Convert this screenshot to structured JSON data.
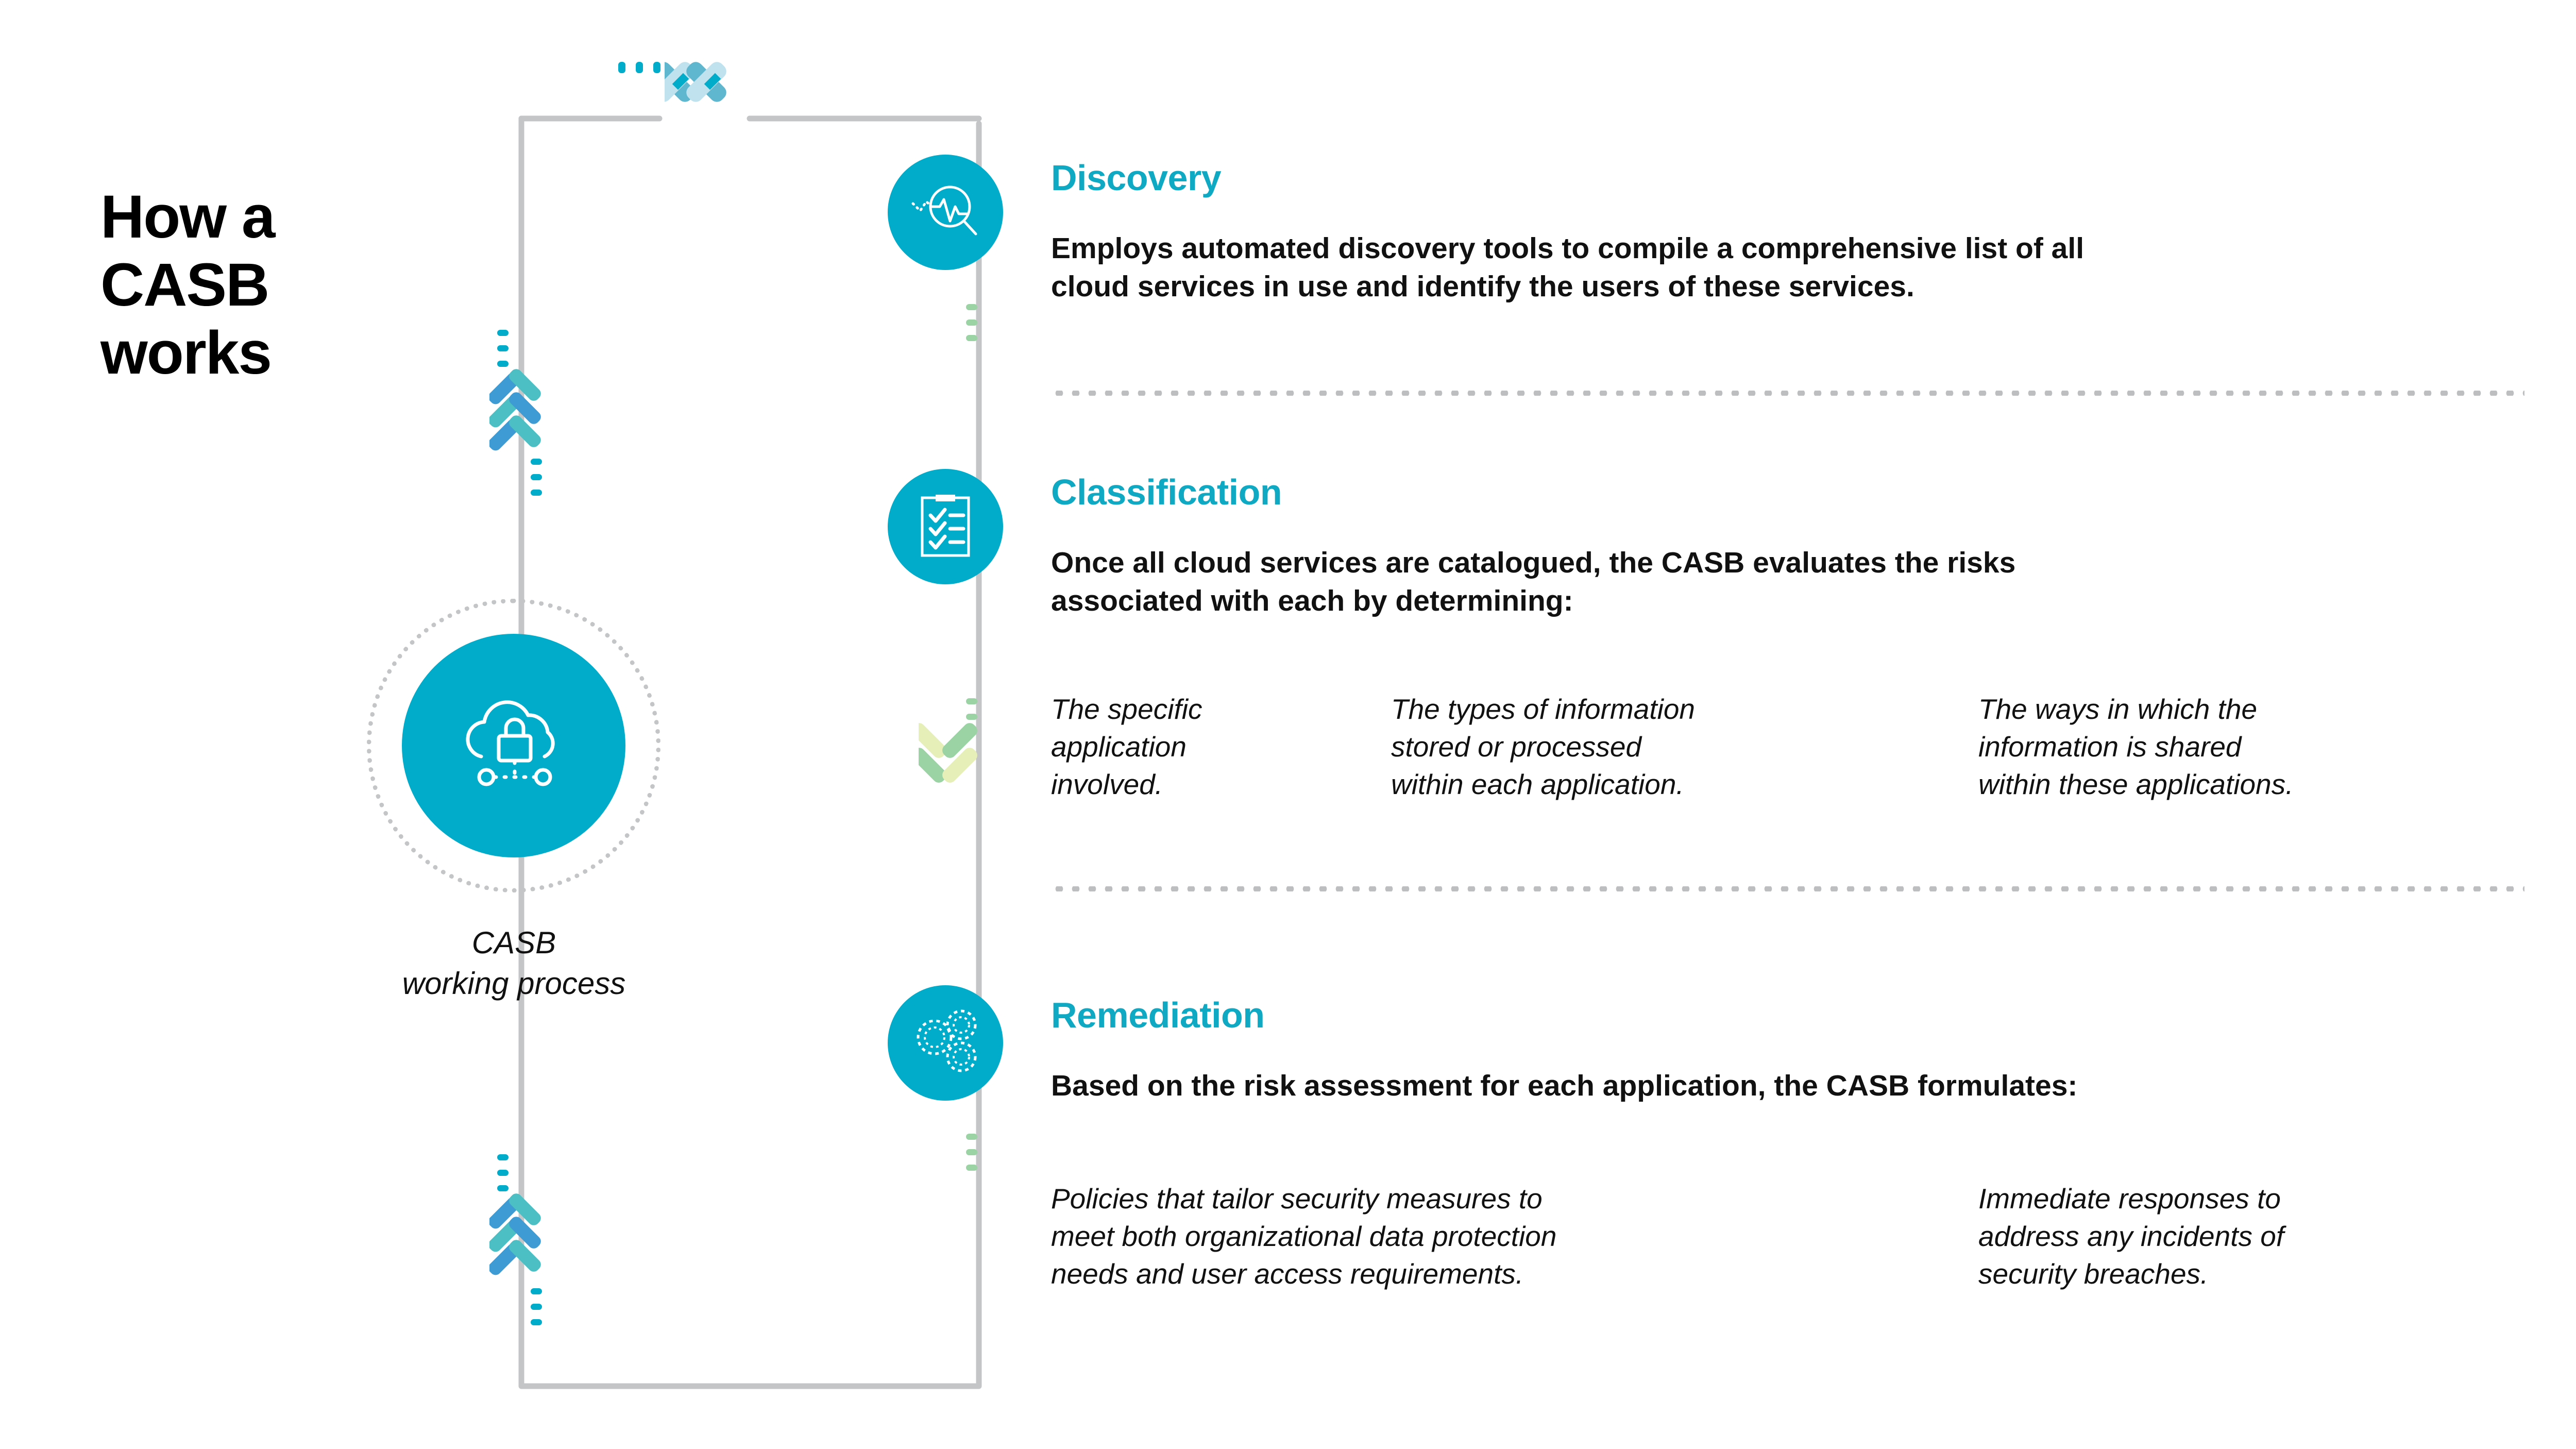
{
  "title": "How a\nCASB\nworks",
  "colors": {
    "accent_cyan": "#00ACCA",
    "heading_cyan": "#0FA9C4",
    "frame_gray": "#c3c5c7",
    "dot_gray": "#bcbec0",
    "chevron_teal": "#4BBFC4",
    "chevron_blue": "#3E9BD3",
    "chevron_green_light": "#E6EFB8",
    "chevron_green": "#9BD3A4",
    "chevron_pale_blue": "#BFE2EE"
  },
  "hub": {
    "icon": "cloud-lock-icon",
    "caption": "CASB\nworking process"
  },
  "steps": [
    {
      "id": "discovery",
      "icon": "magnifier-pulse-icon",
      "heading": "Discovery",
      "body": "Employs automated discovery tools to compile a comprehensive list of all\ncloud services in use and identify the users of these services.",
      "columns": []
    },
    {
      "id": "classification",
      "icon": "clipboard-checklist-icon",
      "heading": "Classification",
      "body": "Once all cloud services are catalogued, the CASB evaluates the risks\nassociated with each by determining:",
      "columns": [
        "The specific\napplication\ninvolved.",
        "The types of information\nstored or processed\nwithin each application.",
        "The ways in which the\ninformation is shared\nwithin these applications."
      ]
    },
    {
      "id": "remediation",
      "icon": "gears-icon",
      "heading": "Remediation",
      "body": "Based on the risk assessment for each application, the CASB formulates:",
      "columns": [
        "Policies that tailor security measures to\nmeet both organizational data protection\nneeds and user access requirements.",
        "Immediate responses to\naddress any incidents of\nsecurity breaches."
      ]
    }
  ],
  "decor": {
    "top_chevron": "double-chevron-right-icon",
    "left_chevron_upper": "triple-chevron-up-icon",
    "left_chevron_lower": "triple-chevron-up-icon",
    "mid_chevron_down": "double-chevron-down-icon"
  }
}
